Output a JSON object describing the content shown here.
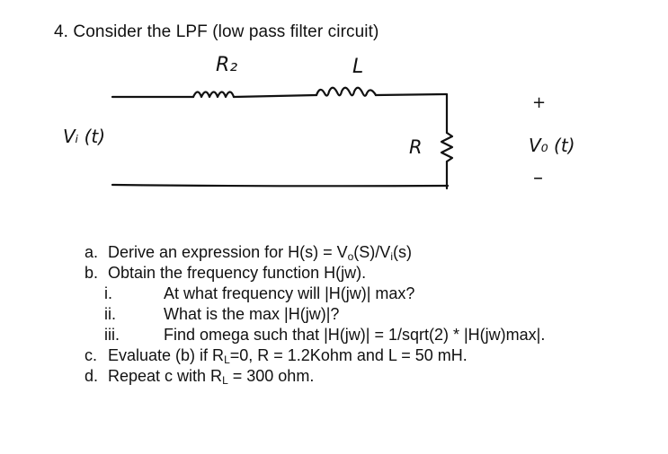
{
  "problem": {
    "title": "4. Consider the LPF (low pass filter circuit)"
  },
  "circuit": {
    "label_r2": "R₂",
    "label_l": "L",
    "label_vi": "Vᵢ (t)",
    "label_r": "R",
    "label_vo": "V₀ (t)",
    "label_plus": "+",
    "label_minus": "–"
  },
  "questions": {
    "a": {
      "letter": "a.",
      "text_pre": "Derive an expression for H(s) = V",
      "sub1": "o",
      "text_mid": "(S)/V",
      "sub2": "i",
      "text_post": "(s)"
    },
    "b": {
      "letter": "b.",
      "text": "Obtain the frequency function H(jw)."
    },
    "b_i": {
      "num": "i.",
      "text": "At what frequency will |H(jw)| max?"
    },
    "b_ii": {
      "num": "ii.",
      "text": "What is the max |H(jw)|?"
    },
    "b_iii": {
      "num": "iii.",
      "text": "Find omega such that |H(jw)| = 1/sqrt(2) * |H(jw)max|."
    },
    "c": {
      "letter": "c.",
      "text_pre": "Evaluate (b) if R",
      "sub": "L",
      "text_post": "=0, R = 1.2Kohm and L = 50 mH."
    },
    "d": {
      "letter": "d.",
      "text_pre": "Repeat c with R",
      "sub": "L",
      "text_post": " = 300 ohm."
    }
  }
}
